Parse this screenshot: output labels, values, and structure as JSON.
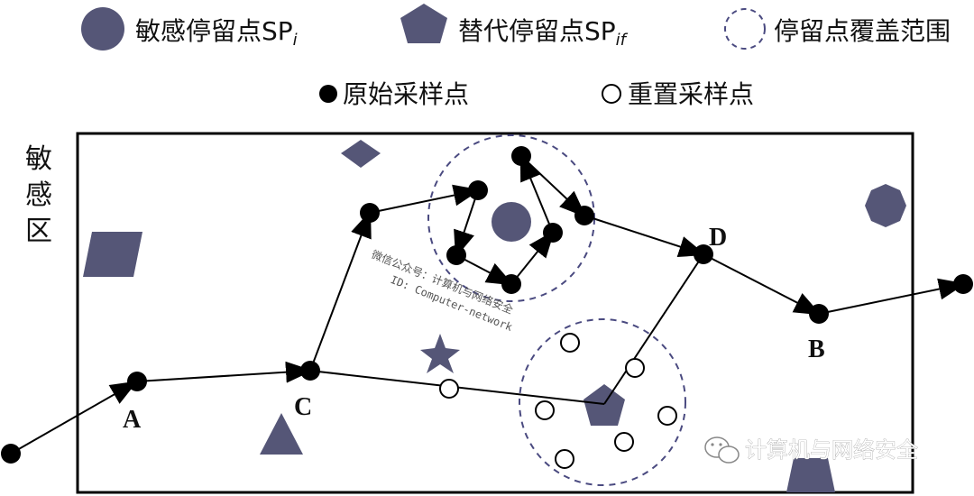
{
  "legend": {
    "sensitive_stop": "敏感停留点SP",
    "sensitive_stop_sub": "i",
    "alternative_stop": "替代停留点SP",
    "alternative_stop_sub": "if",
    "coverage": "停留点覆盖范围",
    "original_sample": "原始采样点",
    "resampled": "重置采样点"
  },
  "zone_label": [
    "敏",
    "感",
    "区"
  ],
  "point_labels": {
    "a": "A",
    "b": "B",
    "c": "C",
    "d": "D"
  },
  "watermark": {
    "line1": "微信公众号：计算机与网络安全",
    "line2": "ID: Computer-network"
  },
  "brand": {
    "text": "计算机与网络安全"
  },
  "colors": {
    "shape_fill": "#555677",
    "dashed_circle": "#4a4a80",
    "stroke": "#000000"
  },
  "icons": {
    "sensitive": "circle",
    "alternative": "pentagon",
    "coverage": "dashed-circle",
    "original": "filled-dot",
    "resampled": "hollow-dot",
    "brand": "wechat-icon"
  }
}
